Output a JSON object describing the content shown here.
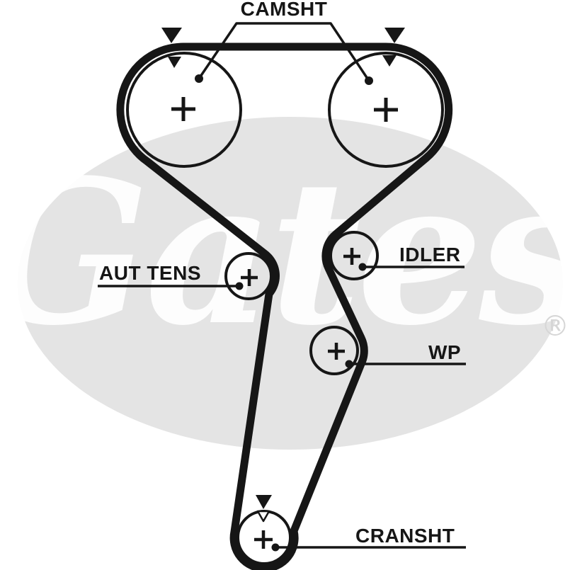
{
  "watermark": {
    "brand_script": "Gates",
    "registered_symbol": "®",
    "oval_color": "#e4e4e4",
    "script_color": "#ffffff",
    "registered_color": "#d6d6d6"
  },
  "diagram": {
    "ink_color": "#161616",
    "labels": {
      "camshaft": "CAMSHT",
      "auto_tensioner": "AUT TENS",
      "idler": "IDLER",
      "water_pump": "WP",
      "crankshaft": "CRANSHT"
    },
    "pulleys": [
      {
        "id": "camshaft-left",
        "center_marker": "+",
        "timing_mark": "double-triangle"
      },
      {
        "id": "camshaft-right",
        "center_marker": "+",
        "timing_mark": "double-triangle"
      },
      {
        "id": "auto-tensioner",
        "center_marker": "+",
        "timing_mark": ""
      },
      {
        "id": "idler",
        "center_marker": "+",
        "timing_mark": ""
      },
      {
        "id": "water-pump",
        "center_marker": "+",
        "timing_mark": ""
      },
      {
        "id": "crankshaft",
        "center_marker": "+",
        "timing_mark": "triangle-with-notch"
      }
    ]
  }
}
